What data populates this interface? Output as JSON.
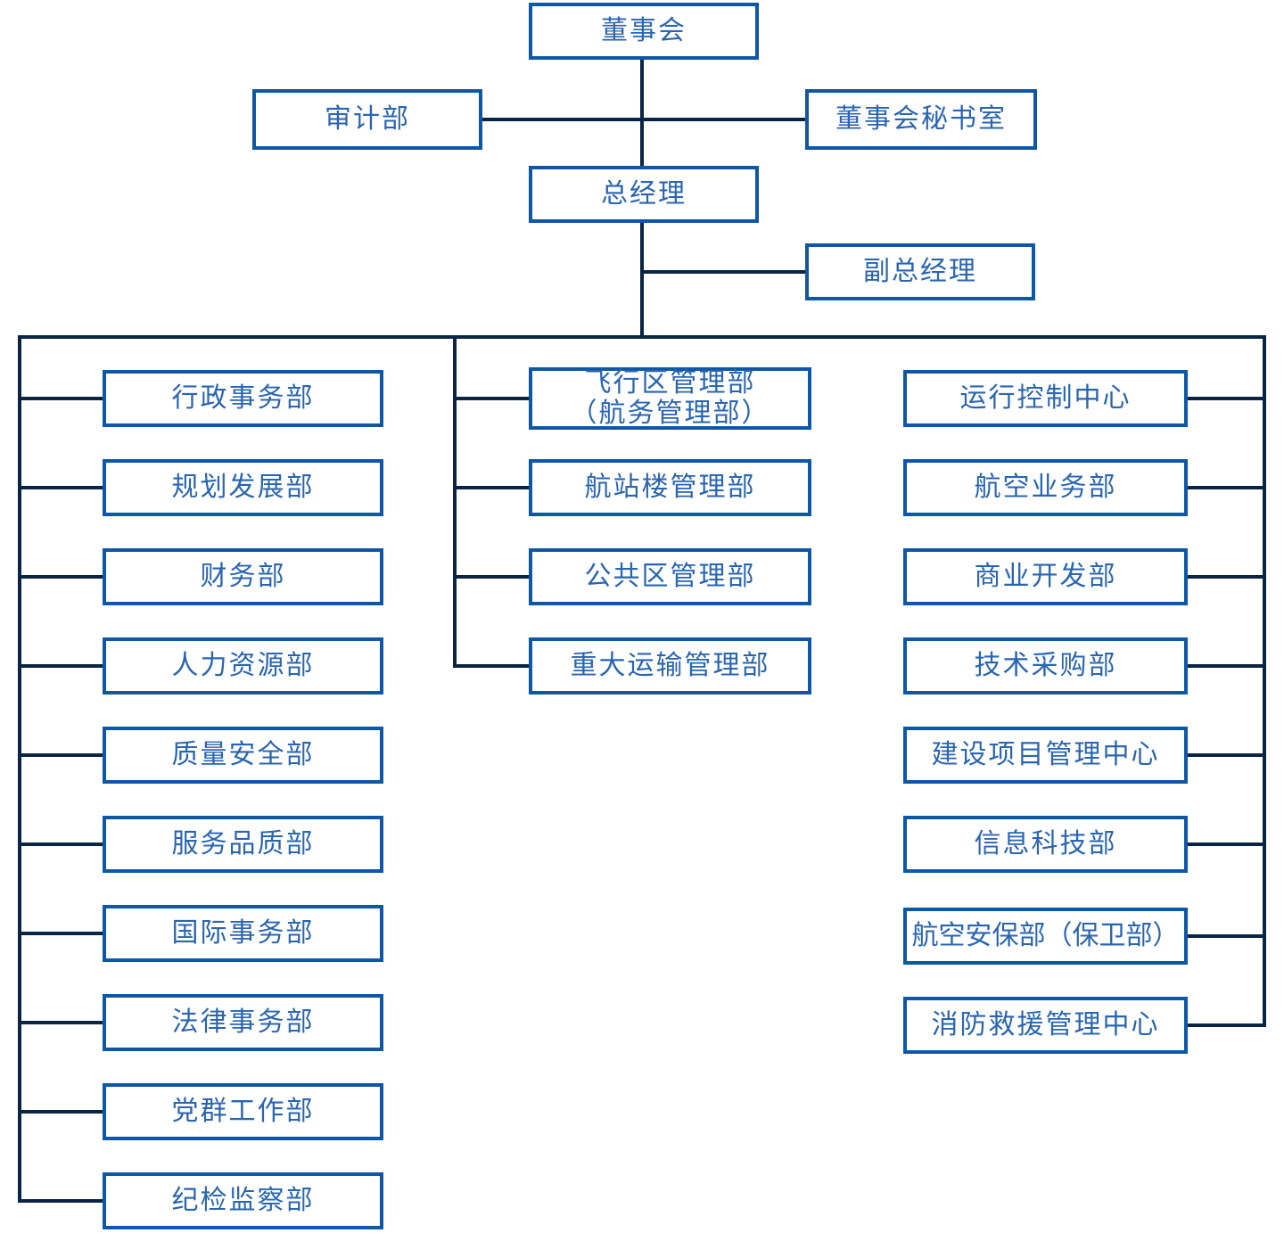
{
  "colors": {
    "box_border": "#0d57a6",
    "box_text": "#2a65b0",
    "connector_line": "#0a2443",
    "background": "#ffffff"
  },
  "nodes": {
    "board": "董事会",
    "audit": "审计部",
    "board_secretary": "董事会秘书室",
    "general_manager": "总经理",
    "deputy_general_manager": "副总经理"
  },
  "departments": {
    "left": [
      "行政事务部",
      "规划发展部",
      "财务部",
      "人力资源部",
      "质量安全部",
      "服务品质部",
      "国际事务部",
      "法律事务部",
      "党群工作部",
      "纪检监察部"
    ],
    "middle": [
      "飞行区管理部\n（航务管理部）",
      "航站楼管理部",
      "公共区管理部",
      "重大运输管理部"
    ],
    "right": [
      "运行控制中心",
      "航空业务部",
      "商业开发部",
      "技术采购部",
      "建设项目管理中心",
      "信息科技部",
      "航空安保部（保卫部）",
      "消防救援管理中心"
    ]
  }
}
